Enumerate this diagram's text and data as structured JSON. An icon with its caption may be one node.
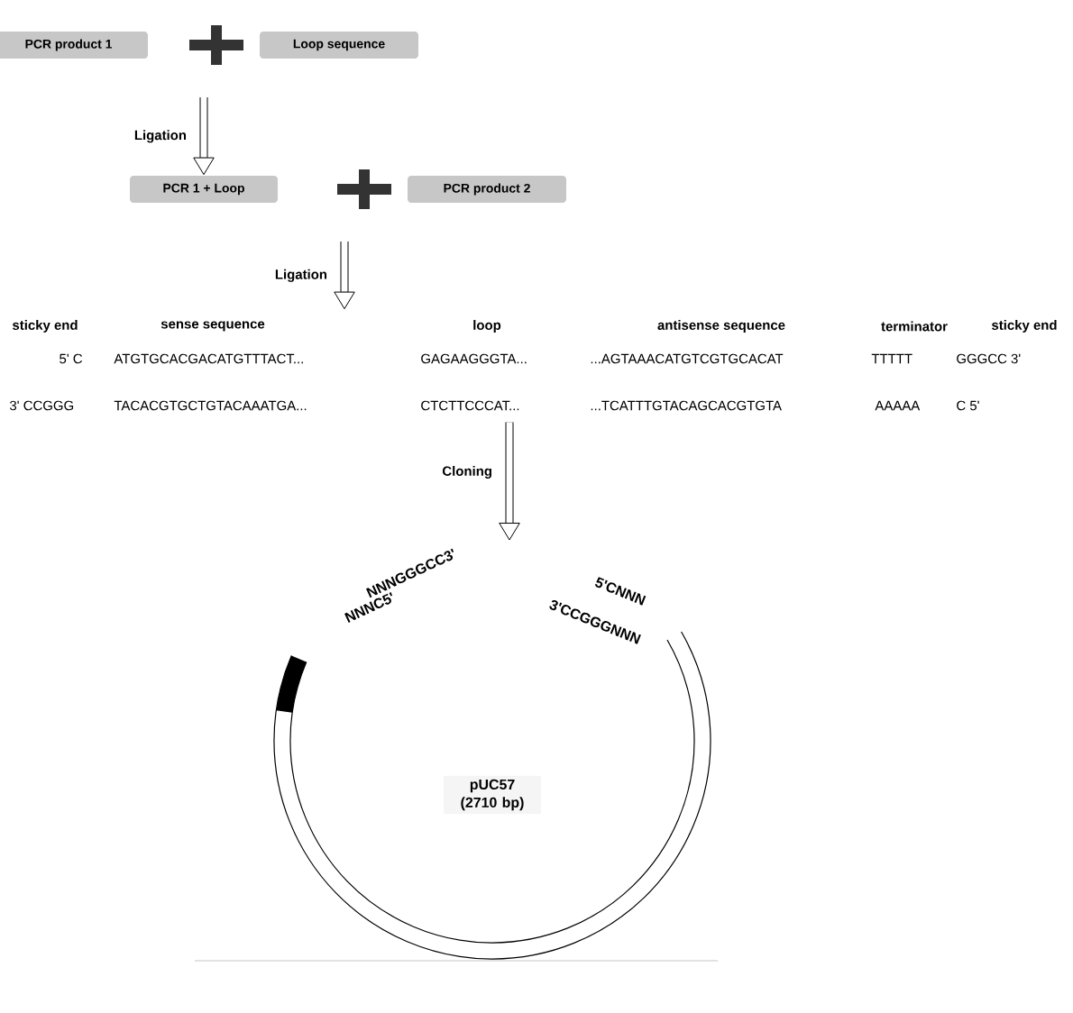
{
  "diagram": {
    "nodes": [
      {
        "text": [
          "PCR product 1"
        ]
      },
      {
        "text": [
          "Loop sequence"
        ]
      },
      {
        "text": [
          "PCR 1 + Loop"
        ]
      },
      {
        "text": [
          "PCR product 2"
        ]
      },
      {
        "text": [
          "sticky end",
          "sense sequence",
          "loop",
          "antisense sequence",
          "terminator",
          "sticky end",
          "5' C",
          "ATGTGCACGACATGTTTACT...",
          "GAGAAGGGTA...",
          "...AGTAAACATGTCGTGCACAT",
          "TTTTT",
          "GGGCC 3'",
          "3' CCGGG",
          "TACACGTGCTGTACAAATGA...",
          "CTCTTCCCAT...",
          "...TCATTTGTACAGCACGTGTA",
          "AAAAA",
          "C 5'"
        ]
      },
      {
        "text": [
          "NNNGGGCC3'",
          "NNNC5'",
          "5'CNNN",
          "3'CCGGGNNN",
          "pUC57 (2710 bp)"
        ]
      }
    ],
    "edges": [
      {
        "from": null,
        "to": 2,
        "arrow": "to",
        "label": "Ligation"
      },
      {
        "from": null,
        "to": 4,
        "arrow": "to",
        "label": "Ligation"
      },
      {
        "from": 4,
        "to": 5,
        "arrow": "to",
        "label": "Cloning"
      }
    ]
  }
}
